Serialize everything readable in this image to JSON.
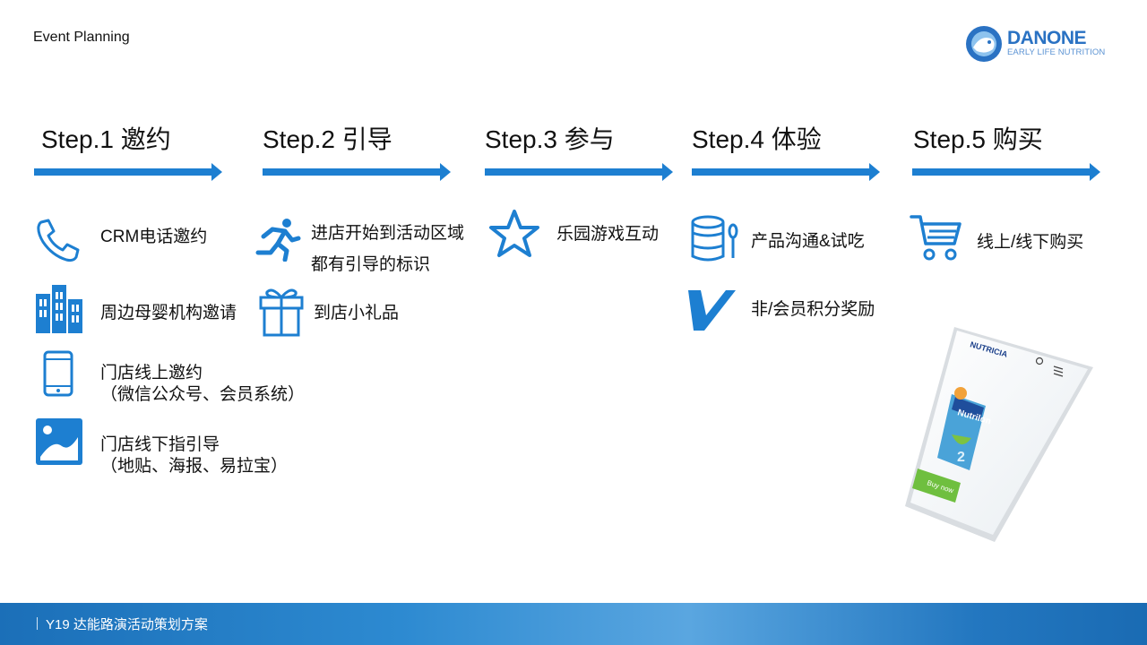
{
  "header": {
    "title": "Event Planning"
  },
  "logo": {
    "name": "DANONE",
    "subtitle": "EARLY LIFE NUTRITION"
  },
  "steps": [
    {
      "title": "Step.1 邀约",
      "items": [
        "CRM电话邀约",
        "周边母婴机构邀请",
        "门店线上邀约",
        "（微信公众号、会员系统）",
        "门店线下指引导",
        "（地贴、海报、易拉宝）"
      ]
    },
    {
      "title": "Step.2 引导",
      "items": [
        "进店开始到活动区域",
        "都有引导的标识",
        "到店小礼品"
      ]
    },
    {
      "title": "Step.3 参与",
      "items": [
        "乐园游戏互动"
      ]
    },
    {
      "title": "Step.4 体验",
      "items": [
        "产品沟通&试吃",
        "非/会员积分奖励"
      ]
    },
    {
      "title": "Step.5 购买",
      "items": [
        "线上/线下购买"
      ]
    }
  ],
  "phone": {
    "brand": "NUTRICIA",
    "product_label": "Nutrilon",
    "stage": "2",
    "buy_label": "Buy now"
  },
  "footer": {
    "text": "Y19 达能路演活动策划方案"
  },
  "colors": {
    "accent": "#1d7fd1",
    "footer": "#2377c0"
  }
}
